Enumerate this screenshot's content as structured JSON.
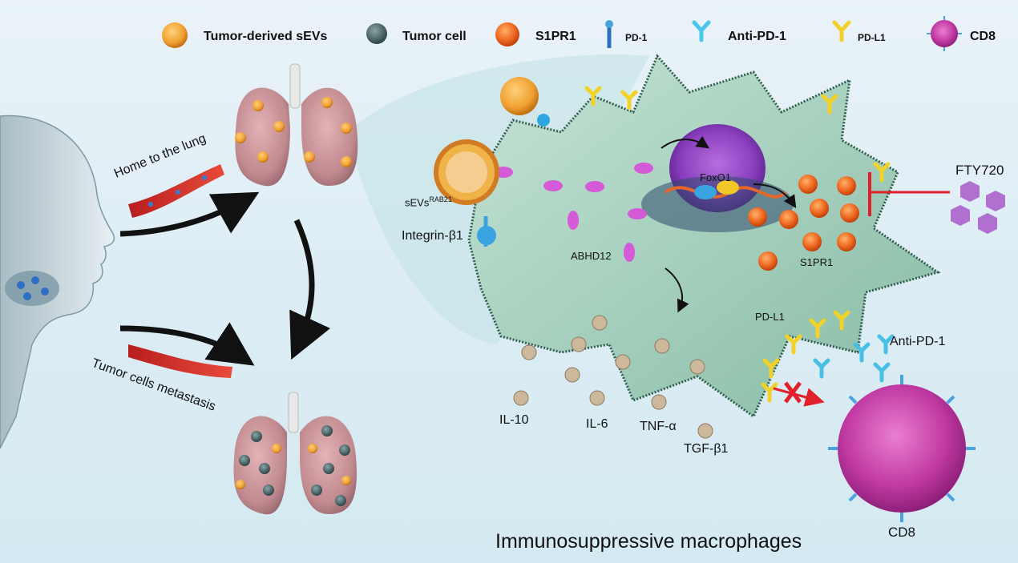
{
  "legend": {
    "sevs": "Tumor-derived sEVs",
    "tumor_cell": "Tumor cell",
    "s1pr1": "S1PR1",
    "pd1": "PD-1",
    "anti_pd1": "Anti-PD-1",
    "pdl1": "PD-L1",
    "cd8": "CD8"
  },
  "left": {
    "home_lung": "Home to the lung",
    "metastasis": "Tumor cells metastasis"
  },
  "macrophage": {
    "sevs_label": "sEVs",
    "sevs_sup": "RAB21",
    "integrin": "Integrin-β1",
    "abhd12": "ABHD12",
    "foxo1": "FoxO1",
    "s1pr1": "S1PR1",
    "fty720": "FTY720",
    "pdl1": "PD-L1",
    "anti_pd1": "Anti-PD-1",
    "cd8": "CD8",
    "title": "Immunosuppressive macrophages"
  },
  "cytokines": [
    "IL-10",
    "IL-6",
    "TNF-α",
    "TGF-β1"
  ],
  "colors": {
    "macrophage": "#a9d1bf",
    "nucleus": "#8c3fc0",
    "s1pr1": "#e85a1c",
    "pdl1": "#f5d21f",
    "anti_pd1": "#48c0e6",
    "cd8": "#c53aa6",
    "fty720": "#b070d0",
    "inhibit": "#e0202a"
  }
}
